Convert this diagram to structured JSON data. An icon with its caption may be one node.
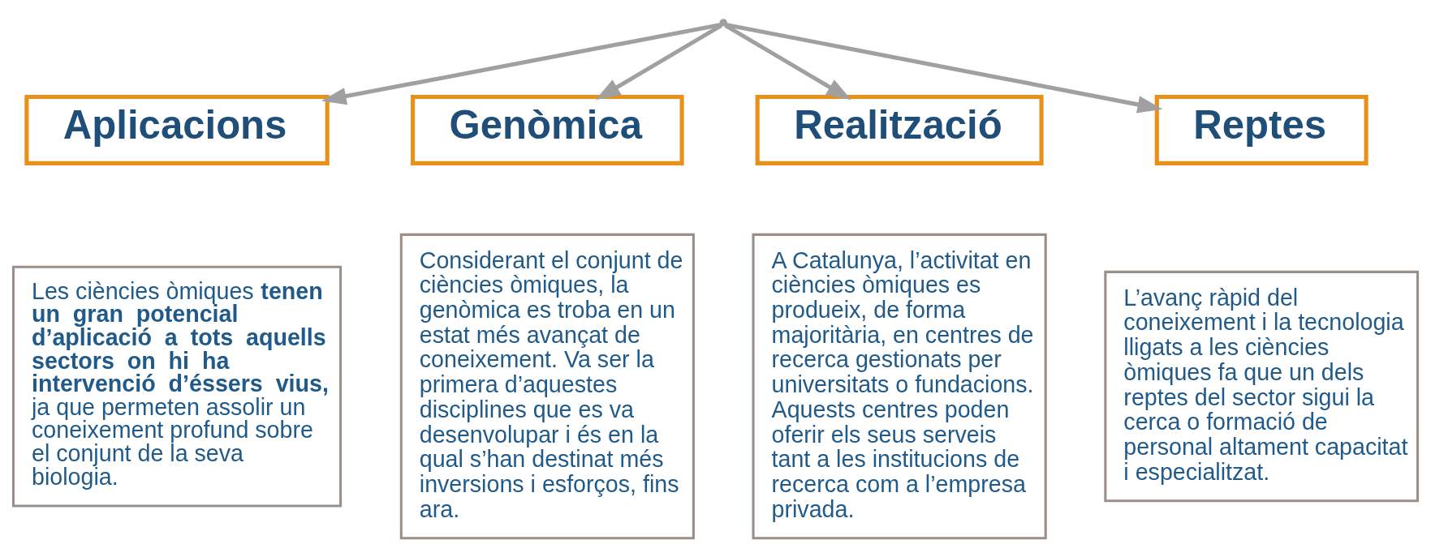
{
  "diagram": {
    "nodes": [
      {
        "text": [],
        "shape": "point"
      },
      {
        "text": [
          "Aplicacions"
        ]
      },
      {
        "text": [
          "Genòmica"
        ]
      },
      {
        "text": [
          "Realització"
        ]
      },
      {
        "text": [
          "Reptes"
        ]
      },
      {
        "text": [
          "Les ciències òmiques **tenen un gran potencial d’aplicació a tots aquells sectors on hi ha intervenció d’éssers vius,** ja que permeten assolir un coneixement profund sobre el conjunt de la seva biologia."
        ]
      },
      {
        "text": [
          "Considerant el conjunt de ciències òmiques, la genòmica es troba en un estat més avançat de coneixement. Va ser la primera d’aquestes disciplines que es va desenvolupar i és en la qual s’han destinat més inversions i esforços, fins ara."
        ]
      },
      {
        "text": [
          "A Catalunya, l’activitat en ciències òmiques es produeix, de forma majoritària, en centres de recerca gestionats per universitats o fundacions. Aquests centres poden oferir els seus serveis tant a les institucions de recerca com a l’empresa privada."
        ]
      },
      {
        "text": [
          "L’avanç ràpid del coneixement i la tecnologia lligats a les ciències òmiques fa que un dels reptes del sector sigui la cerca o formació de personal altament capacitat i especialitzat."
        ]
      }
    ],
    "edges": [
      {
        "from": 0,
        "to": 1,
        "arrow": "to"
      },
      {
        "from": 0,
        "to": 2,
        "arrow": "to"
      },
      {
        "from": 0,
        "to": 3,
        "arrow": "to"
      },
      {
        "from": 0,
        "to": 4,
        "arrow": "to"
      }
    ]
  }
}
